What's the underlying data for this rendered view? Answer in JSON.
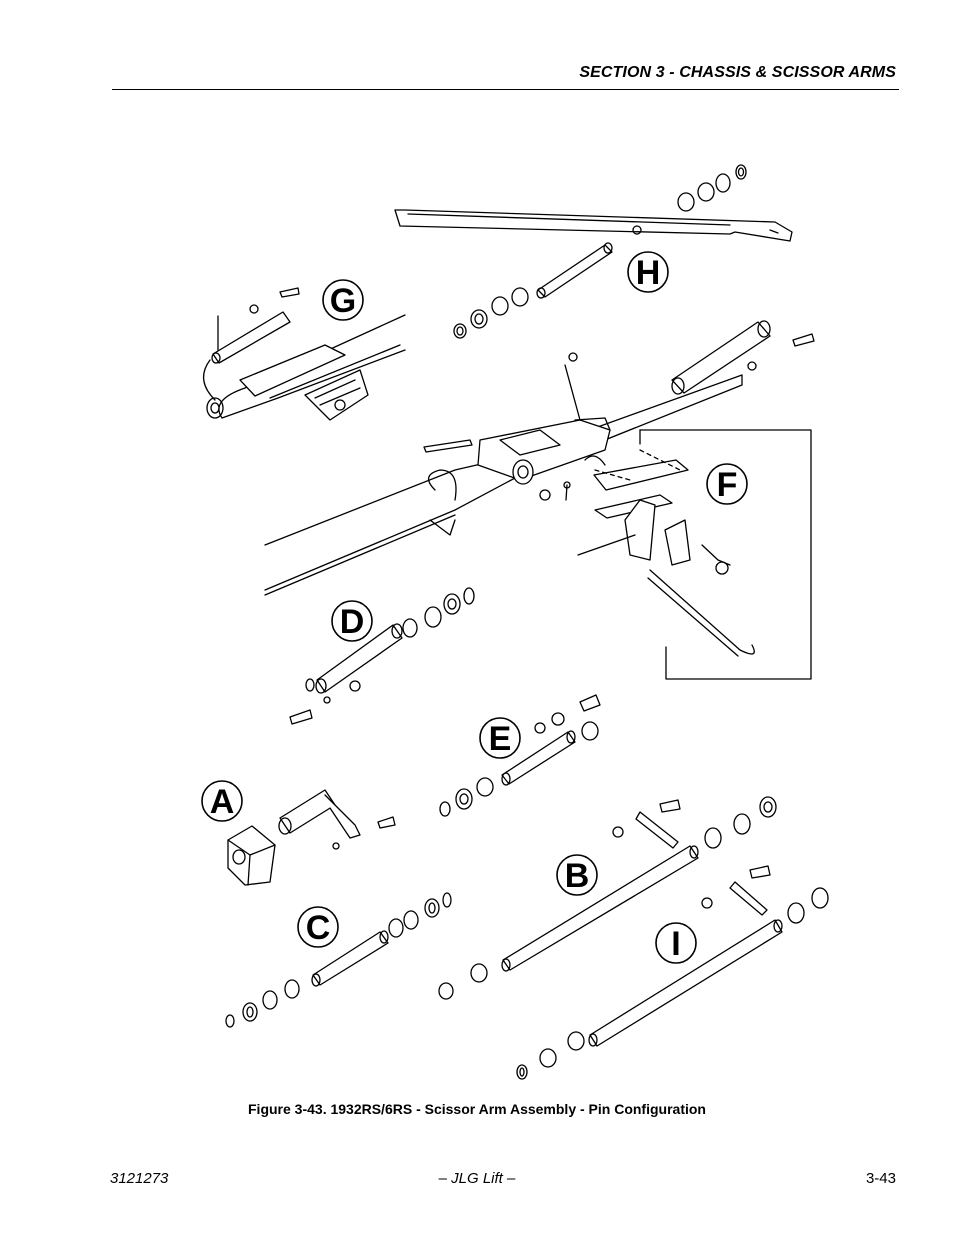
{
  "header": {
    "section_title": "SECTION 3 - CHASSIS & SCISSOR ARMS"
  },
  "figure": {
    "caption": "Figure 3-43.  1932RS/6RS - Scissor Arm Assembly - Pin Configuration",
    "callouts": [
      "A",
      "B",
      "C",
      "D",
      "E",
      "F",
      "G",
      "H",
      "I"
    ]
  },
  "footer": {
    "doc_number": "3121273",
    "brand": "– JLG Lift –",
    "page_number": "3-43"
  }
}
